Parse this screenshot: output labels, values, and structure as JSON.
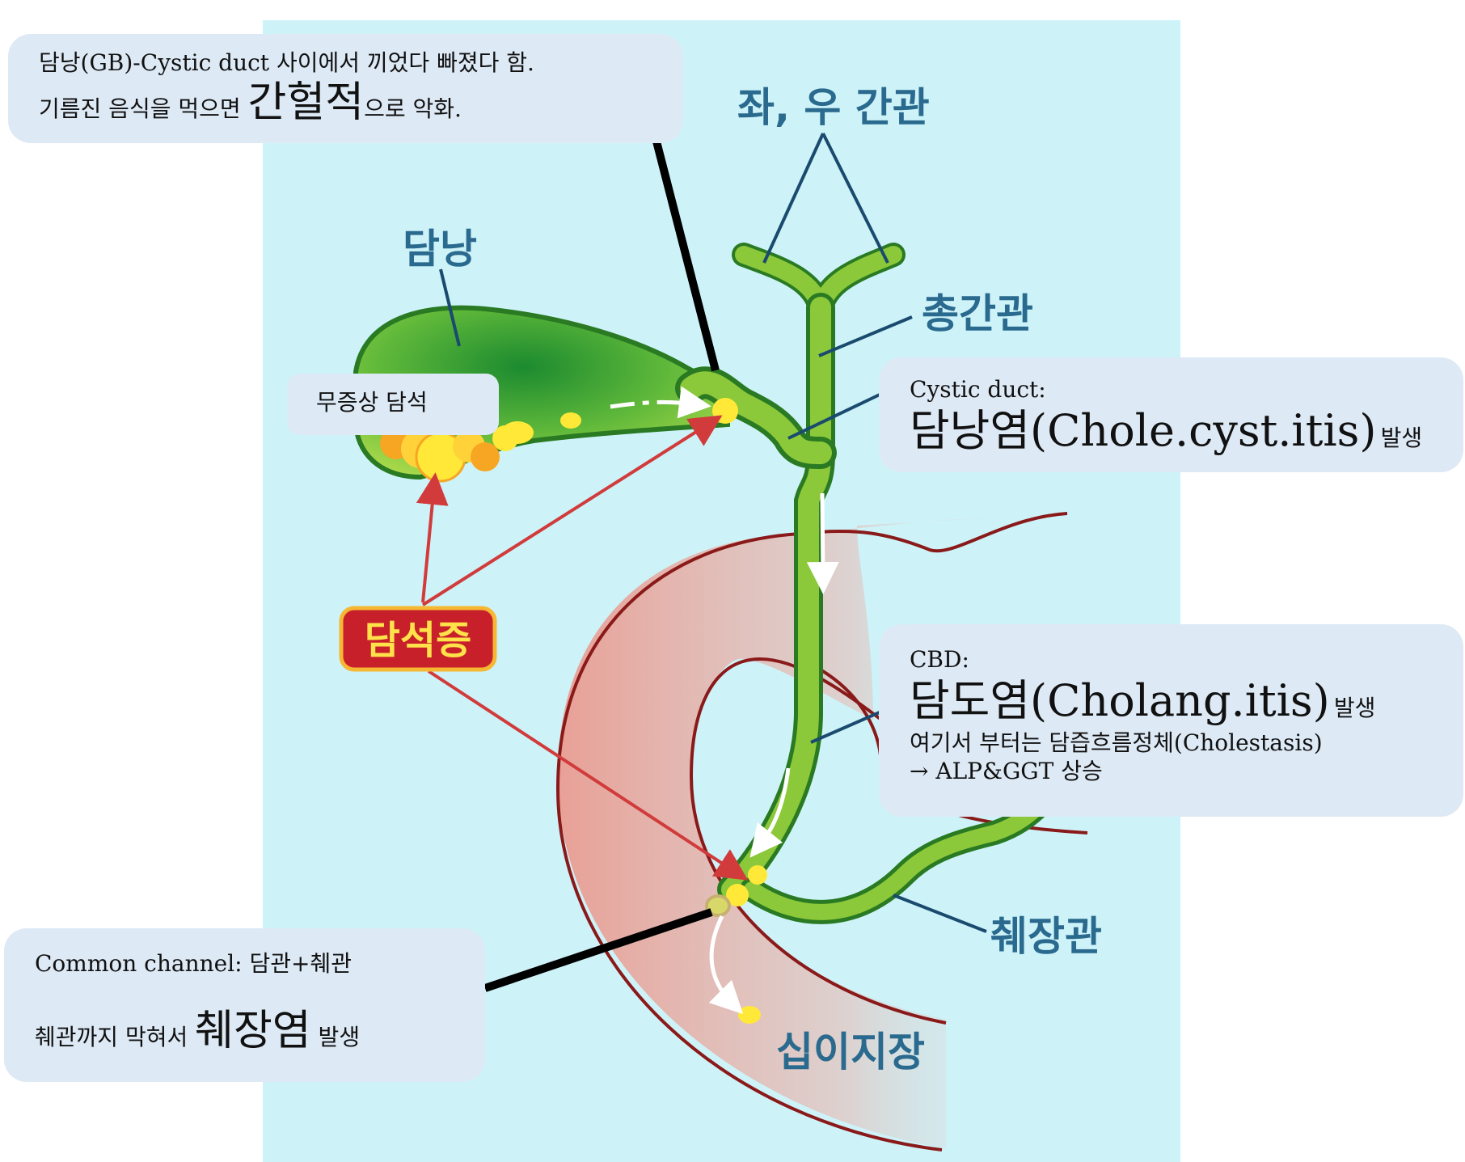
{
  "labels": {
    "left_right_hepatic": "좌, 우 간관",
    "gallbladder": "담낭",
    "common_hepatic": "총간관",
    "gallstone_disease": "담석증",
    "pancreatic_duct": "췌장관",
    "duodenum": "십이지장"
  },
  "box_top": {
    "line1": "담낭(GB)-Cystic duct 사이에서 끼었다 빠졌다 함.",
    "line2_pre": "기름진 음식을 먹으면 ",
    "line2_big": "간헐적",
    "line2_post": "으로 악화."
  },
  "box_asymptomatic": {
    "text": "무증상 담석"
  },
  "box_cystic": {
    "heading": "Cystic duct:",
    "big": "담낭염(Chole.cyst.itis)",
    "suffix": "발생"
  },
  "box_cbd": {
    "heading": "CBD:",
    "big": "담도염(Cholang.itis)",
    "suffix": "발생",
    "line3": "여기서 부터는 담즙흐름정체(Cholestasis)",
    "line4": "→ ALP&GGT 상승"
  },
  "box_common": {
    "line1": "Common channel: 담관+췌관",
    "line2_pre": "췌관까지 막혀서 ",
    "line2_big": "췌장염",
    "line2_post": " 발생"
  },
  "colors": {
    "background": "#cdf3f9",
    "duct_green": "#8bc83a",
    "duct_outline": "#2a7a23",
    "stone_yellow": "#ffe838",
    "arrow_red": "#d13b3b",
    "badge_red": "#c8202a",
    "badge_text": "#ffe24a",
    "duodenum_line": "#8a1a1a",
    "label_blue": "#2a6a8e",
    "box_fill": "#dde9f5"
  }
}
